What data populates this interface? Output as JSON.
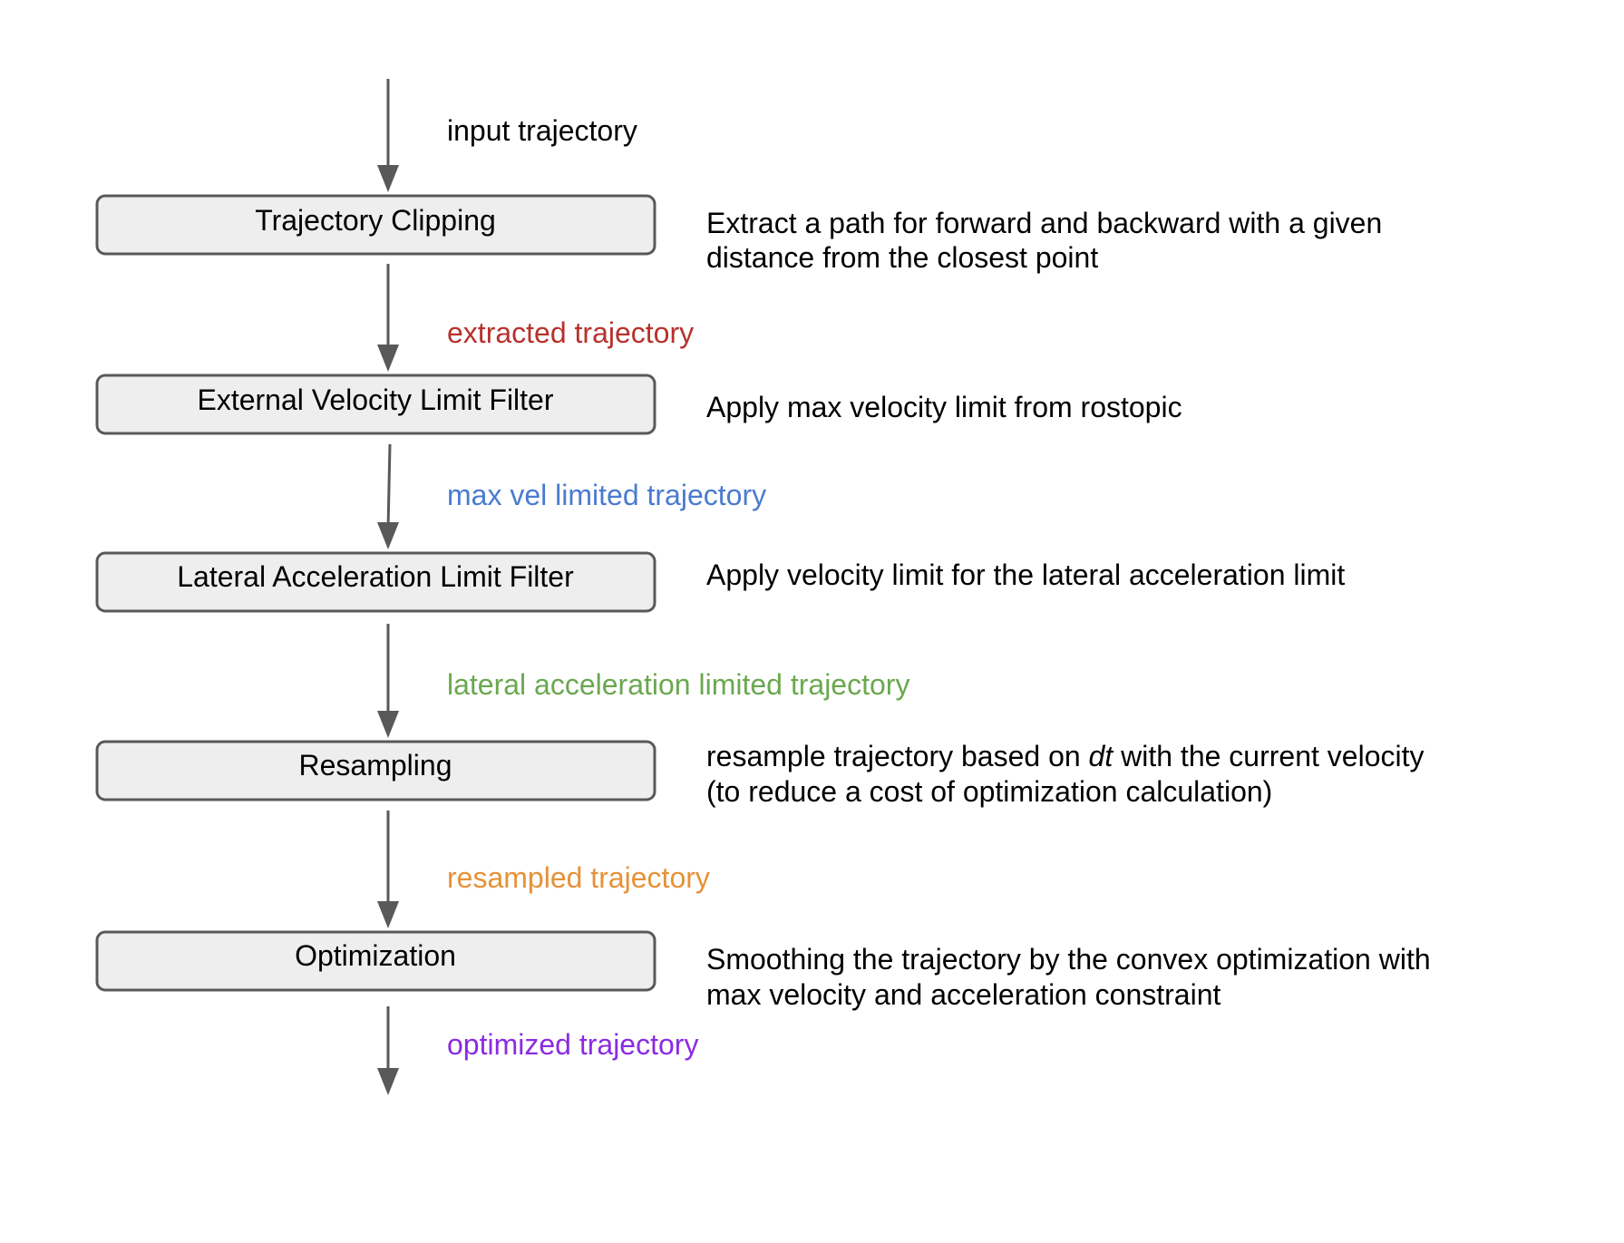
{
  "colors": {
    "box_fill": "#eeeeee",
    "box_stroke": "#595959",
    "arrow": "#595959",
    "text": "#000000"
  },
  "nodes": [
    {
      "id": "trajectory-clipping",
      "label": "Trajectory Clipping"
    },
    {
      "id": "external-velocity-limit-filter",
      "label": "External Velocity Limit Filter"
    },
    {
      "id": "lateral-acceleration-limit-filter",
      "label": "Lateral Acceleration Limit Filter"
    },
    {
      "id": "resampling",
      "label": "Resampling"
    },
    {
      "id": "optimization",
      "label": "Optimization"
    }
  ],
  "edges": [
    {
      "id": "input",
      "to": "trajectory-clipping",
      "label": "input trajectory",
      "color": "#000000"
    },
    {
      "id": "extracted",
      "from": "trajectory-clipping",
      "to": "external-velocity-limit-filter",
      "label": "extracted trajectory",
      "color": "#b7312c"
    },
    {
      "id": "max-vel-limited",
      "from": "external-velocity-limit-filter",
      "to": "lateral-acceleration-limit-filter",
      "label": "max vel limited trajectory",
      "color": "#4a7bd0"
    },
    {
      "id": "lateral-acceleration-limited",
      "from": "lateral-acceleration-limit-filter",
      "to": "resampling",
      "label": "lateral acceleration limited trajectory",
      "color": "#6aa84f"
    },
    {
      "id": "resampled",
      "from": "resampling",
      "to": "optimization",
      "label": "resampled trajectory",
      "color": "#e69138"
    },
    {
      "id": "optimized",
      "from": "optimization",
      "label": "optimized trajectory",
      "color": "#8a2be2"
    }
  ],
  "descriptions": {
    "trajectory_clipping": {
      "line1": "Extract a path for forward and backward with a given",
      "line2": "distance from the closest point"
    },
    "external_velocity_limit_filter": {
      "line1": "Apply max velocity limit from rostopic"
    },
    "lateral_acceleration_limit_filter": {
      "line1": "Apply velocity limit for the lateral acceleration limit"
    },
    "resampling": {
      "line1_pre": "resample trajectory based on ",
      "line1_em": "dt",
      "line1_post": " with the current velocity",
      "line2": "(to reduce a cost of optimization calculation)"
    },
    "optimization": {
      "line1": "Smoothing the trajectory by the convex optimization with",
      "line2": "max velocity and acceleration constraint"
    }
  }
}
